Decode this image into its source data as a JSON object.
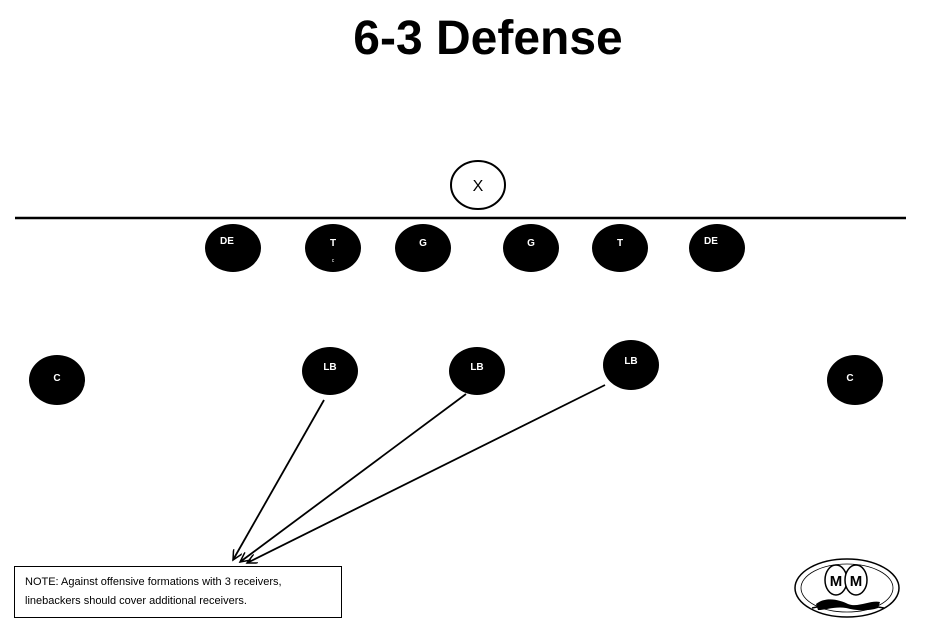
{
  "title": "6-3 Defense",
  "offense": {
    "center_label": "X"
  },
  "players": [
    {
      "id": "de-left",
      "label": "DE"
    },
    {
      "id": "t-left",
      "label": "T",
      "sub": "c"
    },
    {
      "id": "g-left",
      "label": "G"
    },
    {
      "id": "g-right",
      "label": "G"
    },
    {
      "id": "t-right",
      "label": "T"
    },
    {
      "id": "de-right",
      "label": "DE"
    },
    {
      "id": "c-left",
      "label": "C"
    },
    {
      "id": "lb-left",
      "label": "LB"
    },
    {
      "id": "lb-mid",
      "label": "LB"
    },
    {
      "id": "lb-right",
      "label": "LB"
    },
    {
      "id": "c-right",
      "label": "C"
    }
  ],
  "note": {
    "line1": "NOTE:  Against offensive formations with 3 receivers,",
    "line2": "linebackers should cover additional receivers."
  },
  "logo": {
    "letters": [
      "M",
      "M"
    ]
  },
  "colors": {
    "player_fill": "#000000",
    "player_text": "#ffffff",
    "line": "#000000"
  }
}
